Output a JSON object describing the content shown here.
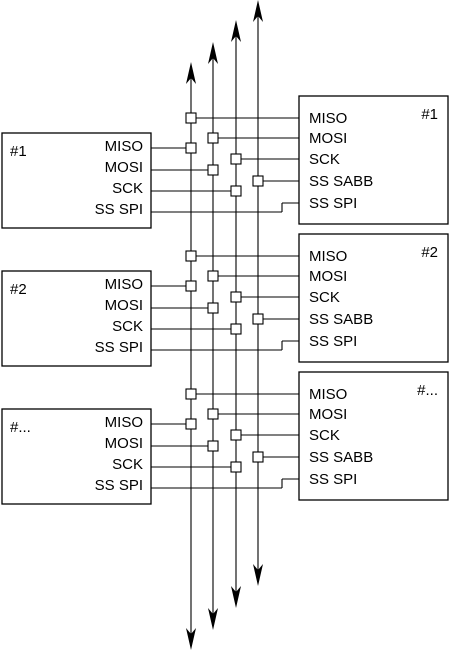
{
  "left_boxes": [
    {
      "id": "#1",
      "pins": [
        "MISO",
        "MOSI",
        "SCK",
        "SS SPI"
      ]
    },
    {
      "id": "#2",
      "pins": [
        "MISO",
        "MOSI",
        "SCK",
        "SS SPI"
      ]
    },
    {
      "id": "#...",
      "pins": [
        "MISO",
        "MOSI",
        "SCK",
        "SS SPI"
      ]
    }
  ],
  "right_boxes": [
    {
      "id": "#1",
      "pins": [
        "MISO",
        "MOSI",
        "SCK",
        "SS SABB",
        "SS SPI"
      ]
    },
    {
      "id": "#2",
      "pins": [
        "MISO",
        "MOSI",
        "SCK",
        "SS SABB",
        "SS SPI"
      ]
    },
    {
      "id": "#...",
      "pins": [
        "MISO",
        "MOSI",
        "SCK",
        "SS SABB",
        "SS SPI"
      ]
    }
  ],
  "colors": {
    "line": "#000000",
    "background": "#ffffff"
  }
}
